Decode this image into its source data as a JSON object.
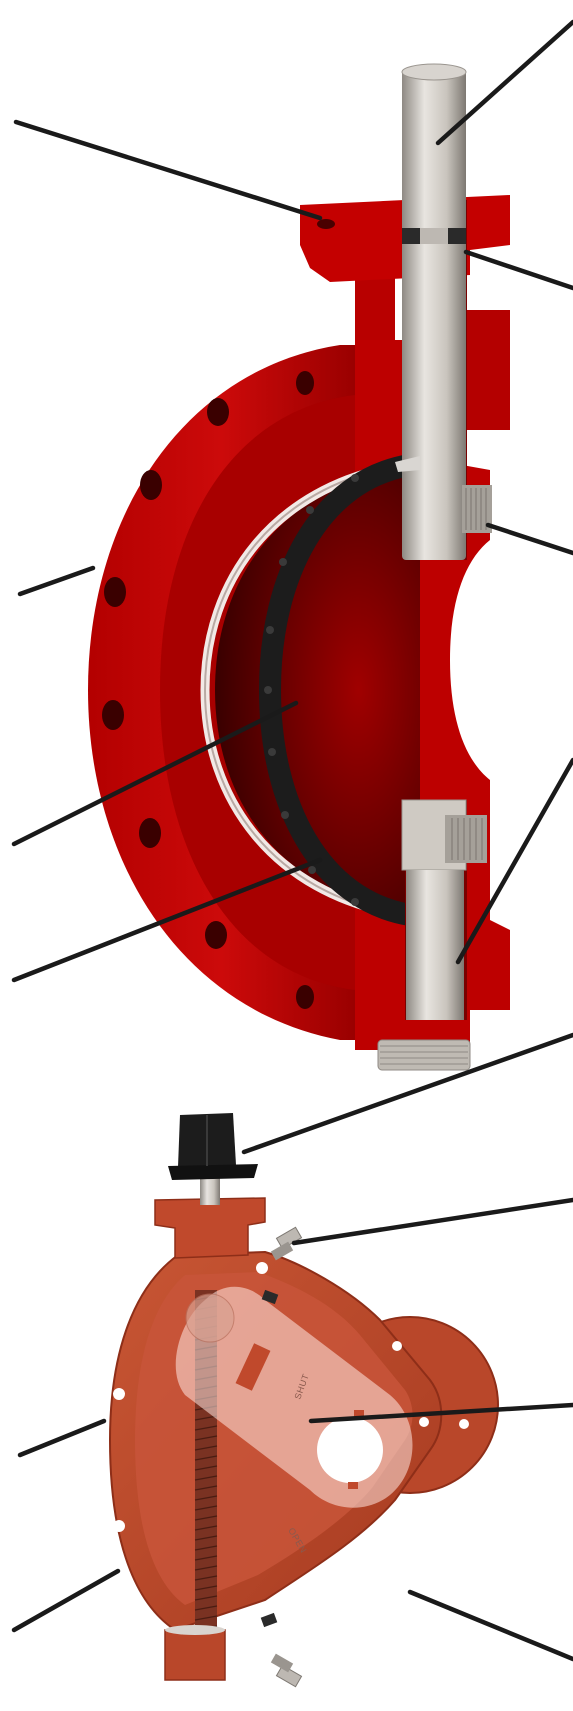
{
  "diagram": {
    "colors": {
      "valve_red": "#c00000",
      "valve_red_dark": "#8a0000",
      "valve_red_deep": "#4a0000",
      "gearbox_orange": "#c0492c",
      "gearbox_dark": "#8e2e18",
      "shaft_steel": "#c9c4bd",
      "shaft_shadow": "#8e8983",
      "seal_black": "#1c1c1c",
      "leader_line": "#1a1a1a",
      "background": "#ffffff"
    },
    "figures": [
      {
        "name": "butterfly-valve-cutaway",
        "icon": "butterfly-valve-icon"
      },
      {
        "name": "gear-operator-cutaway",
        "icon": "gear-operator-icon"
      }
    ],
    "gearbox_markings": {
      "shut": "SHUT",
      "open": "OPEN"
    },
    "callout_count": 14
  }
}
